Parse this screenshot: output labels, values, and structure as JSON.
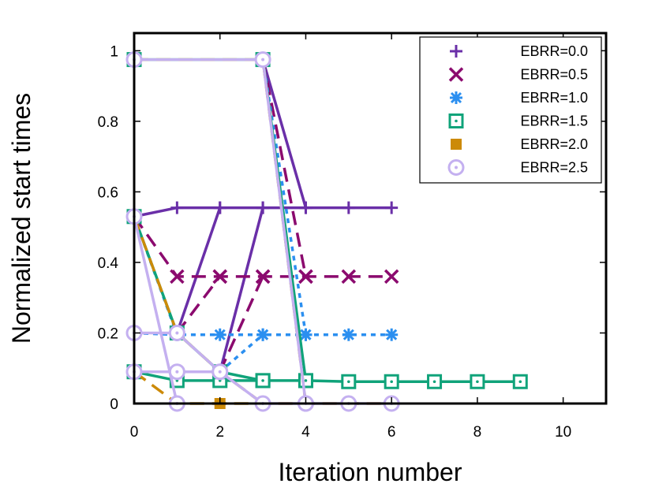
{
  "chart_data": {
    "type": "line",
    "title": "",
    "xlabel": "Iteration number",
    "ylabel": "Normalized start times",
    "xlim": [
      0,
      11
    ],
    "ylim": [
      0,
      1.05
    ],
    "xticks": [
      0,
      2,
      4,
      6,
      8,
      10
    ],
    "yticks": [
      0,
      0.2,
      0.4,
      0.6,
      0.8,
      1
    ],
    "xtick_labels": [
      "0",
      "2",
      "4",
      "6",
      "8",
      "10"
    ],
    "ytick_labels": [
      "0",
      "0.2",
      "0.4",
      "0.6",
      "0.8",
      "1"
    ],
    "grid": false,
    "legend_position": "top-right",
    "series": [
      {
        "name": "EBRR=0.0",
        "color": "#6a2fa8",
        "marker": "plus",
        "dash": "solid",
        "traces": [
          [
            [
              0,
              0.53
            ],
            [
              1,
              0.555
            ],
            [
              2,
              0.555
            ],
            [
              3,
              0.555
            ],
            [
              4,
              0.555
            ],
            [
              5,
              0.555
            ],
            [
              6,
              0.555
            ]
          ],
          [
            [
              1,
              0.2
            ],
            [
              2,
              0.555
            ]
          ],
          [
            [
              2,
              0.09
            ],
            [
              3,
              0.555
            ]
          ],
          [
            [
              3,
              0.975
            ],
            [
              4,
              0.555
            ]
          ]
        ]
      },
      {
        "name": "EBRR=0.5",
        "color": "#8b0a6e",
        "marker": "cross",
        "dash": "long",
        "traces": [
          [
            [
              0,
              0.53
            ],
            [
              1,
              0.36
            ],
            [
              2,
              0.36
            ],
            [
              3,
              0.36
            ],
            [
              4,
              0.36
            ],
            [
              5,
              0.36
            ],
            [
              6,
              0.36
            ]
          ],
          [
            [
              1,
              0.2
            ],
            [
              2,
              0.36
            ]
          ],
          [
            [
              2,
              0.09
            ],
            [
              3,
              0.36
            ]
          ],
          [
            [
              3,
              0.975
            ],
            [
              4,
              0.36
            ]
          ]
        ]
      },
      {
        "name": "EBRR=1.0",
        "color": "#2b8ff0",
        "marker": "star",
        "dash": "short",
        "traces": [
          [
            [
              0,
              0.2
            ],
            [
              1,
              0.195
            ],
            [
              2,
              0.195
            ],
            [
              3,
              0.195
            ],
            [
              4,
              0.195
            ],
            [
              5,
              0.195
            ],
            [
              6,
              0.195
            ]
          ],
          [
            [
              0,
              0.53
            ],
            [
              1,
              0.195
            ]
          ],
          [
            [
              2,
              0.09
            ],
            [
              3,
              0.195
            ]
          ],
          [
            [
              3,
              0.975
            ],
            [
              4,
              0.195
            ]
          ]
        ]
      },
      {
        "name": "EBRR=1.5",
        "color": "#10a37a",
        "marker": "square-dot",
        "dash": "solid",
        "traces": [
          [
            [
              0,
              0.09
            ],
            [
              1,
              0.065
            ],
            [
              2,
              0.065
            ],
            [
              3,
              0.065
            ],
            [
              4,
              0.065
            ],
            [
              5,
              0.062
            ],
            [
              6,
              0.062
            ],
            [
              7,
              0.062
            ],
            [
              8,
              0.062
            ],
            [
              9,
              0.062
            ]
          ],
          [
            [
              0,
              0.53
            ],
            [
              1,
              0.2
            ],
            [
              2,
              0.09
            ],
            [
              3,
              0.065
            ]
          ],
          [
            [
              0,
              0.975
            ],
            [
              3,
              0.975
            ],
            [
              4,
              0.065
            ]
          ]
        ]
      },
      {
        "name": "EBRR=2.0",
        "color": "#cc8a08",
        "marker": "square",
        "dash": "long",
        "traces": [
          [
            [
              0,
              0.09
            ],
            [
              1,
              0.0
            ],
            [
              2,
              0.0
            ],
            [
              3,
              0.0
            ],
            [
              4,
              0.0
            ],
            [
              5,
              0.0
            ],
            [
              6,
              0.0
            ]
          ],
          [
            [
              0,
              0.53
            ],
            [
              1,
              0.2
            ],
            [
              2,
              0.09
            ],
            [
              3,
              0.0
            ]
          ],
          [
            [
              0,
              0.975
            ],
            [
              3,
              0.975
            ],
            [
              4,
              0.0
            ]
          ]
        ]
      },
      {
        "name": "EBRR=2.5",
        "color": "#c4b0f0",
        "marker": "circle-dot",
        "dash": "solid",
        "traces": [
          [
            [
              0,
              0.09
            ],
            [
              1,
              0.09
            ],
            [
              2,
              0.09
            ],
            [
              3,
              0.0
            ],
            [
              4,
              0.0
            ],
            [
              5,
              0.0
            ],
            [
              6,
              0.0
            ]
          ],
          [
            [
              0,
              0.2
            ],
            [
              1,
              0.2
            ],
            [
              2,
              0.09
            ]
          ],
          [
            [
              0,
              0.53
            ],
            [
              1,
              0.0
            ]
          ],
          [
            [
              0,
              0.975
            ],
            [
              3,
              0.975
            ],
            [
              4,
              0.0
            ]
          ]
        ]
      }
    ]
  }
}
